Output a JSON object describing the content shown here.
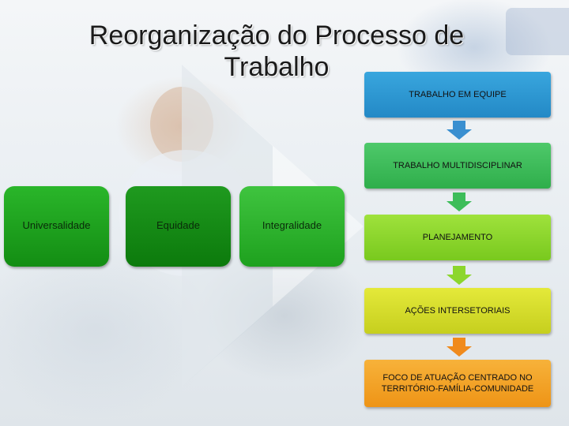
{
  "title": "Reorganização do Processo de Trabalho",
  "principles": [
    "Universalidade",
    "Equidade",
    "Integralidade"
  ],
  "steps": [
    "TRABALHO EM EQUIPE",
    "TRABALHO MULTIDISCIPLINAR",
    "PLANEJAMENTO",
    "AÇÕES INTERSETORIAIS",
    "FOCO DE ATUAÇÃO CENTRADO NO TERRITÓRIO-FAMÍLIA-COMUNIDADE"
  ],
  "colors": {
    "step_1": "#2f98d4",
    "step_2": "#3dbd5a",
    "step_3": "#8cd62d",
    "step_4": "#d8dd2c",
    "step_5": "#f3a228",
    "arrow_1": "#3a8fd0",
    "arrow_2": "#3dbd5a",
    "arrow_3": "#8cd62d",
    "arrow_4": "#f08a1c"
  }
}
